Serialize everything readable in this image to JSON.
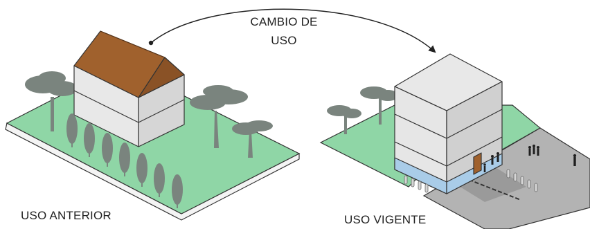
{
  "labels": {
    "previous_use": "USO ANTERIOR",
    "current_use": "USO VIGENTE",
    "change_line1": "CAMBIO DE",
    "change_line2": "USO"
  },
  "colors": {
    "lawn": "#8fd6a6",
    "roof": "#a0612d",
    "wall_light": "#e6e6e6",
    "wall_shade": "#cfcfcf",
    "glass": "#a9cce8",
    "door": "#a0612d",
    "pavement": "#b0b0b0",
    "tree": "#7a847e",
    "outline": "#333333"
  },
  "icons": [
    "curved-arrow-icon",
    "deciduous-tree-icon",
    "conifer-tree-icon",
    "pedestrian-icon",
    "parked-bicycle-icon"
  ]
}
